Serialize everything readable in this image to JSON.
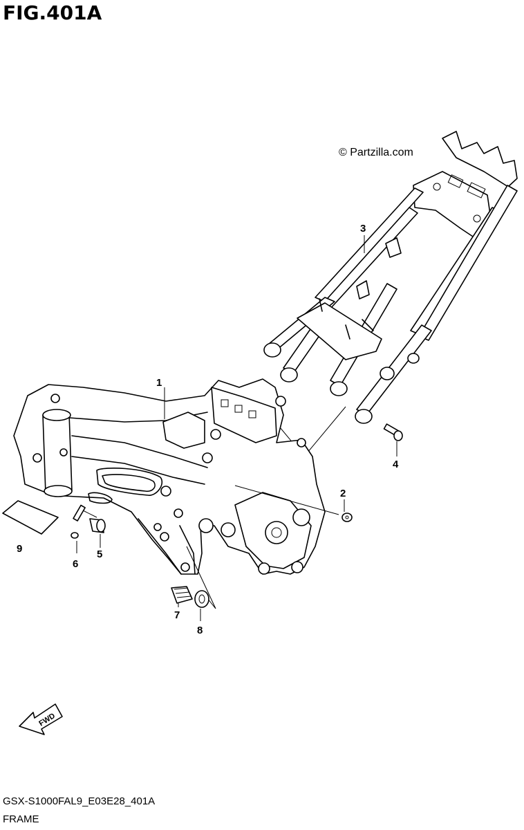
{
  "figure": {
    "title": "FIG.401A",
    "copyright": "© Partzilla.com",
    "model_code": "GSX-S1000FAL9_E03E28_401A",
    "section_name": "FRAME",
    "fwd_label": "FWD"
  },
  "callouts": [
    {
      "number": "1",
      "part": "main-frame"
    },
    {
      "number": "2",
      "part": "plug"
    },
    {
      "number": "3",
      "part": "seat-rail"
    },
    {
      "number": "4",
      "part": "bolt"
    },
    {
      "number": "5",
      "part": "spacer"
    },
    {
      "number": "6",
      "part": "bolt"
    },
    {
      "number": "7",
      "part": "adjuster-bolt"
    },
    {
      "number": "8",
      "part": "nut"
    },
    {
      "number": "9",
      "part": "label"
    }
  ]
}
